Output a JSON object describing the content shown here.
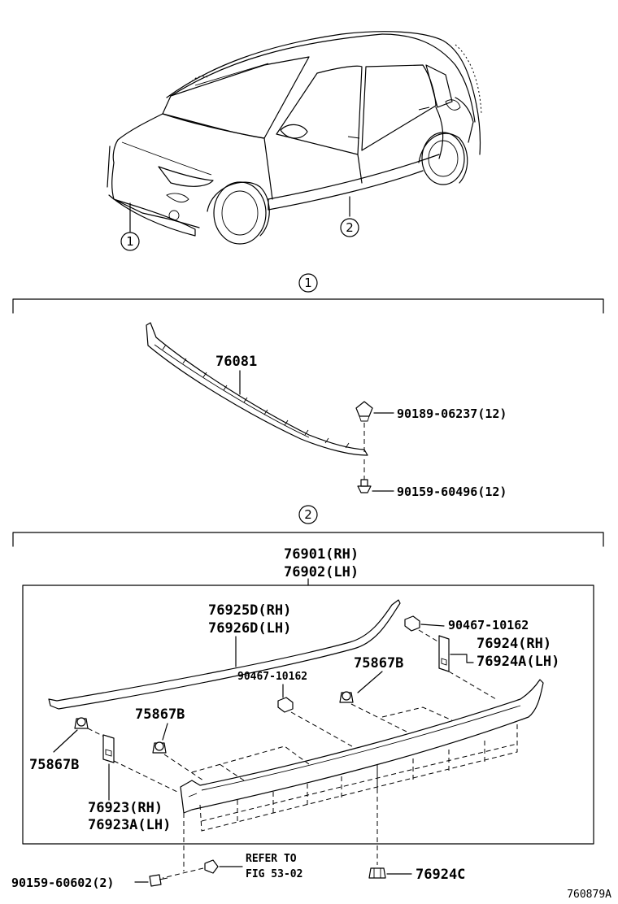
{
  "callouts": {
    "one": "1",
    "two": "2"
  },
  "section1": {
    "parts": {
      "spoiler": "76081",
      "clip": "90189-06237(12)",
      "screw": "90159-60496(12)"
    }
  },
  "section2": {
    "assembly": {
      "rh": "76901(RH)",
      "lh": "76902(LH)"
    },
    "parts": {
      "moulding_rh": "76925D(RH)",
      "moulding_lh": "76926D(LH)",
      "nut_top": "90467-10162",
      "bracket_rear_rh": "76924(RH)",
      "bracket_rear_lh": "76924A(LH)",
      "nut_mid": "90467-10162",
      "clip_mid_b": "75867B",
      "clip_left_b": "75867B",
      "clip_far_left_b": "75867B",
      "bracket_front_rh": "76923(RH)",
      "bracket_front_lh": "76923A(LH)",
      "refer_line1": "REFER TO",
      "refer_line2": "FIG 53-02",
      "screw_bottom": "90159-60602(2)",
      "clip_c": "76924C"
    }
  },
  "figure_code": "760879A"
}
